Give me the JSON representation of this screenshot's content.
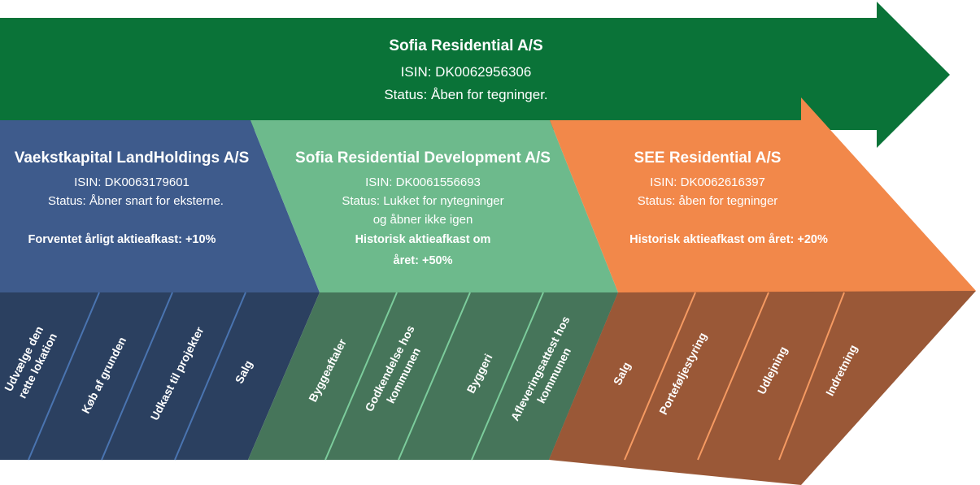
{
  "top": {
    "title": "Sofia Residential  A/S",
    "isin": "ISIN: DK0062956306",
    "status": "Status: Åben for tegninger."
  },
  "companies": [
    {
      "title": "Vaekstkapital LandHoldings A/S",
      "isin": "ISIN: DK0063179601",
      "status": "Status: Åbner snart for eksterne.",
      "return_line1": "Forventet årligt aktieafkast: +10%",
      "return_line2": ""
    },
    {
      "title": "Sofia Residential Development A/S",
      "isin": "ISIN: DK0061556693",
      "status": "Status: Lukket for nytegninger",
      "status2": "og åbner ikke igen",
      "return_line1": "Historisk aktieafkast om",
      "return_line2": "året: +50%"
    },
    {
      "title": "SEE Residential A/S",
      "isin": "ISIN: DK0062616397",
      "status": "Status: åben for tegninger",
      "return_line1": "Historisk aktieafkast om året: +20%",
      "return_line2": ""
    }
  ],
  "steps": [
    {
      "line1": "Udvælge den",
      "line2": "rette lokation"
    },
    {
      "line1": "Køb af grunden",
      "line2": ""
    },
    {
      "line1": "Udkast til projekter",
      "line2": ""
    },
    {
      "line1": "Salg",
      "line2": ""
    },
    {
      "line1": "Byggeaftaler",
      "line2": ""
    },
    {
      "line1": "Godkendelse hos",
      "line2": "kommunen"
    },
    {
      "line1": "Byggeri",
      "line2": ""
    },
    {
      "line1": "Afleveringsattest hos",
      "line2": "kommunen"
    },
    {
      "line1": "Salg",
      "line2": ""
    },
    {
      "line1": "Porteføljestyring",
      "line2": ""
    },
    {
      "line1": "Udlejning",
      "line2": ""
    },
    {
      "line1": "Indretning",
      "line2": ""
    }
  ],
  "colors": {
    "top_arrow": "#0a7338",
    "blue": "#3e5b8c",
    "blue_dark": "#2b4060",
    "green": "#6dba8c",
    "green_dark": "#46755a",
    "orange": "#f2884a",
    "orange_dark": "#9a5837",
    "divider_blue": "#4a74b0",
    "divider_green": "#7ccc9c",
    "divider_orange": "#f59a62"
  }
}
